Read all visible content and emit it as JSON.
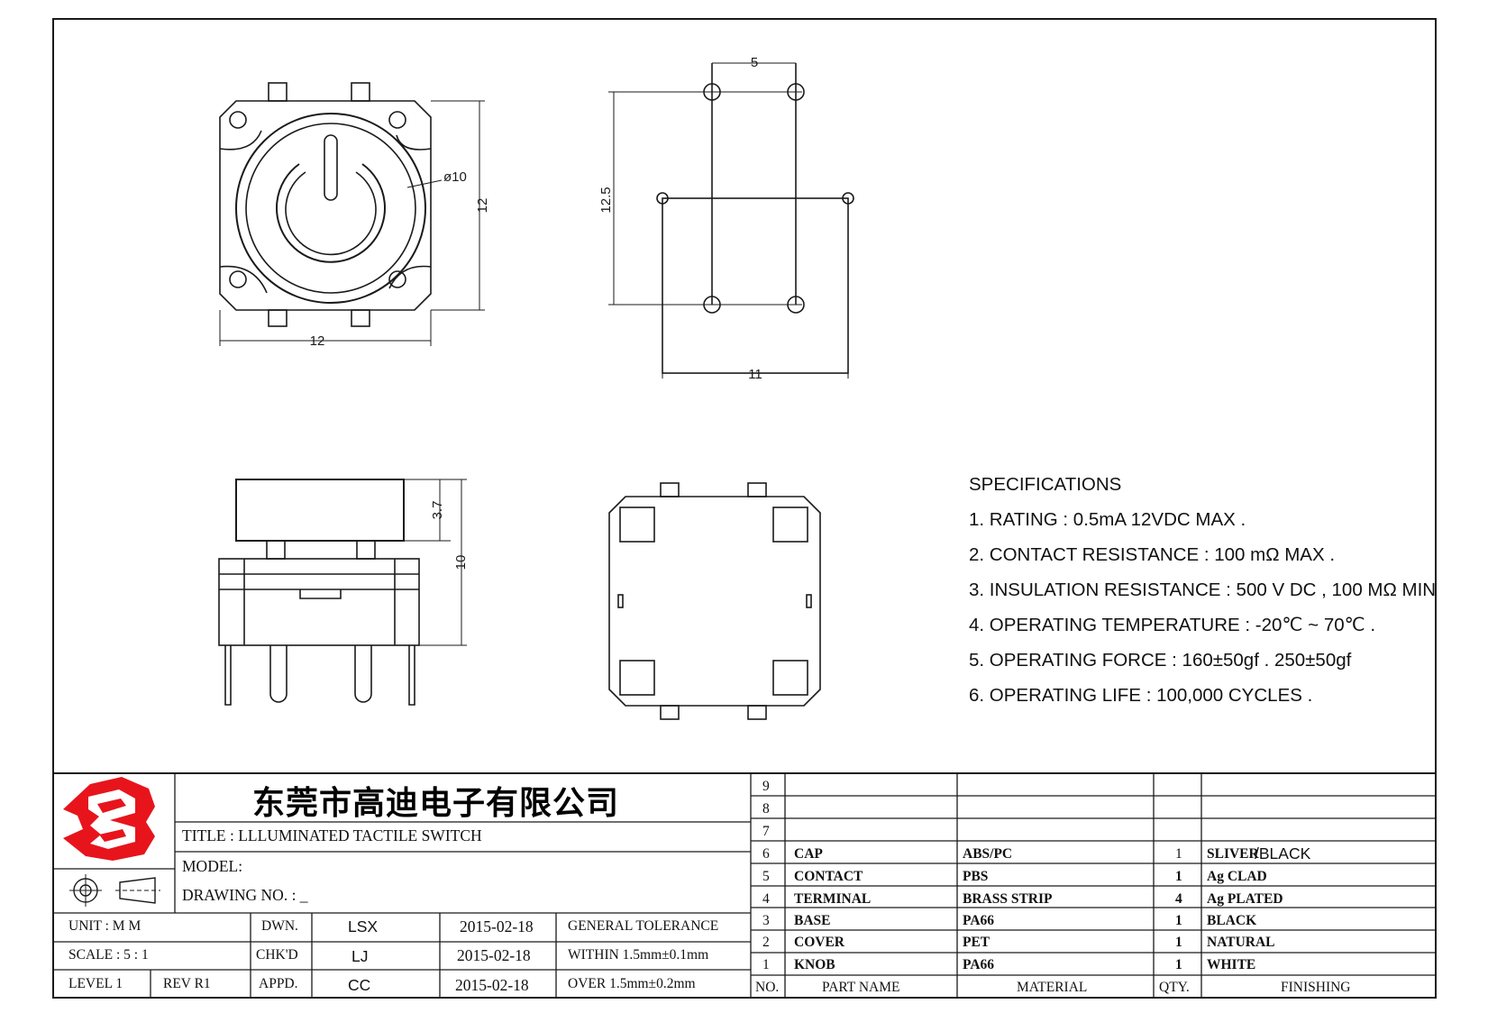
{
  "dimensions": {
    "top_view_width": "12",
    "top_view_height": "12",
    "knob_diameter": "ø10",
    "pin_pitch_x": "5",
    "pin_pitch_y": "12.5",
    "pcb_width": "11",
    "cap_height": "3.7",
    "overall_height": "10"
  },
  "specifications": {
    "heading": "SPECIFICATIONS",
    "items": [
      "1. RATING : 0.5mA 12VDC MAX .",
      "2. CONTACT RESISTANCE : 100 mΩ MAX .",
      "3. INSULATION RESISTANCE : 500 V DC , 100 MΩ MIN",
      "4. OPERATING TEMPERATURE : -20℃ ~ 70℃ .",
      "5. OPERATING FORCE : 160±50gf . 250±50gf",
      "6. OPERATING LIFE : 100,000 CYCLES ."
    ]
  },
  "title_block": {
    "company": "东莞市高迪电子有限公司",
    "title": "TITLE :   LLLUMINATED TACTILE SWITCH",
    "model": "MODEL:",
    "drawing_no": "DRAWING NO.  : _",
    "unit_label": "UNIT    :    M M",
    "scale_label": "SCALE   :   5 : 1",
    "level_label": "LEVEL 1",
    "rev_label": "REV   R1",
    "dwn_label": "DWN.",
    "chk_label": "CHK'D",
    "appd_label": "APPD.",
    "dwn_name": "LSX",
    "chk_name": "LJ",
    "appd_name": "CC",
    "dwn_date": "2015-02-18",
    "chk_date": "2015-02-18",
    "appd_date": "2015-02-18",
    "tolerance_title": "GENERAL TOLERANCE",
    "tolerance_within": "WITHIN  1.5mm±0.1mm",
    "tolerance_over": "OVER    1.5mm±0.2mm"
  },
  "bom": {
    "headers": {
      "no": "NO.",
      "part_name": "PART  NAME",
      "material": "MATERIAL",
      "qty": "QTY.",
      "finishing": "FINISHING"
    },
    "empty_rows": [
      "9",
      "8",
      "7"
    ],
    "rows": [
      {
        "no": "6",
        "part": "CAP",
        "material": "ABS/PC",
        "qty": "1",
        "finish": "SLIVER",
        "finish_extra": "/BLACK"
      },
      {
        "no": "5",
        "part": "CONTACT",
        "material": "PBS",
        "qty": "1",
        "finish": "Ag CLAD"
      },
      {
        "no": "4",
        "part": "TERMINAL",
        "material": "BRASS STRIP",
        "qty": "4",
        "finish": "Ag PLATED"
      },
      {
        "no": "3",
        "part": "BASE",
        "material": "PA66",
        "qty": "1",
        "finish": "BLACK"
      },
      {
        "no": "2",
        "part": "COVER",
        "material": "PET",
        "qty": "1",
        "finish": "NATURAL"
      },
      {
        "no": "1",
        "part": "KNOB",
        "material": "PA66",
        "qty": "1",
        "finish": "WHITE"
      }
    ]
  },
  "colors": {
    "logo_red": "#e8141c",
    "line": "#1a1a1a"
  }
}
